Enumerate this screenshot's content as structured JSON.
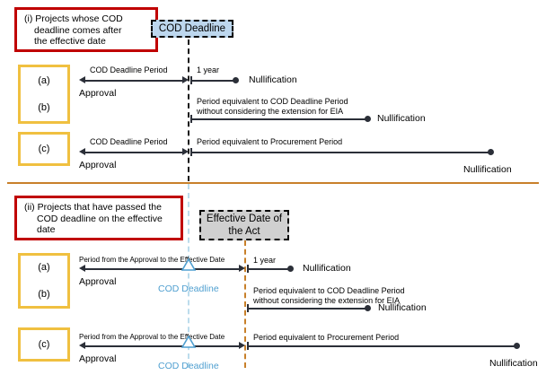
{
  "meta": {
    "colors": {
      "section_border": "#c00000",
      "case_border": "#f0c040",
      "divider": "#c8802a",
      "cod_callout_fill": "#bdd7ee",
      "effective_callout_fill": "#d0d0d0",
      "timeline": "#2b2f38",
      "cod_marker_blue": "#4f9fd0",
      "guide_lightblue": "#bcdcec",
      "guide_orange": "#c8802a"
    }
  },
  "sections": [
    {
      "id": "section-i",
      "title": "(i) Projects whose COD deadline comes after the effective date",
      "title_lines": [
        "(i) Projects whose COD",
        "deadline comes after",
        "the effective date"
      ],
      "callout": {
        "label": "COD Deadline",
        "style": "blue"
      },
      "rows": [
        {
          "id": "row-a",
          "case_labels": [
            "(a)",
            "(b)"
          ],
          "segments": [
            {
              "label": "COD Deadline Period",
              "start_label": "Approval"
            },
            {
              "label": "1 year",
              "end_label": "Nullification"
            }
          ]
        },
        {
          "id": "row-b",
          "segments": [
            {
              "label_lines": [
                "Period equivalent to COD Deadline Period",
                "without considering the extension for EIA"
              ],
              "end_label": "Nullification"
            }
          ]
        },
        {
          "id": "row-c",
          "case_labels": [
            "(c)"
          ],
          "segments": [
            {
              "label": "COD Deadline Period",
              "start_label": "Approval"
            },
            {
              "label": "Period equivalent to Procurement Period",
              "end_label": "Nullification"
            }
          ]
        }
      ]
    },
    {
      "id": "section-ii",
      "title": "(ii) Projects that have passed the COD deadline on the effective date",
      "title_lines": [
        "(ii) Projects that have passed the",
        "COD deadline on the effective",
        "date"
      ],
      "callout": {
        "label_lines": [
          "Effective Date of",
          "the Act"
        ],
        "style": "gray"
      },
      "rows": [
        {
          "id": "row-a2",
          "case_labels": [
            "(a)",
            "(b)"
          ],
          "marker_label": "COD Deadline",
          "segments": [
            {
              "label": "Period from the Approval to the Effective Date",
              "start_label": "Approval"
            },
            {
              "label": "1 year",
              "end_label": "Nullification"
            }
          ]
        },
        {
          "id": "row-b2",
          "segments": [
            {
              "label_lines": [
                "Period equivalent to COD Deadline Period",
                "without considering the extension for EIA"
              ],
              "end_label": "Nullification"
            }
          ]
        },
        {
          "id": "row-c2",
          "case_labels": [
            "(c)"
          ],
          "marker_label": "COD Deadline",
          "segments": [
            {
              "label": "Period from the Approval to the Effective Date",
              "start_label": "Approval"
            },
            {
              "label": "Period equivalent to Procurement Period",
              "end_label": "Nullification"
            }
          ]
        }
      ]
    }
  ]
}
